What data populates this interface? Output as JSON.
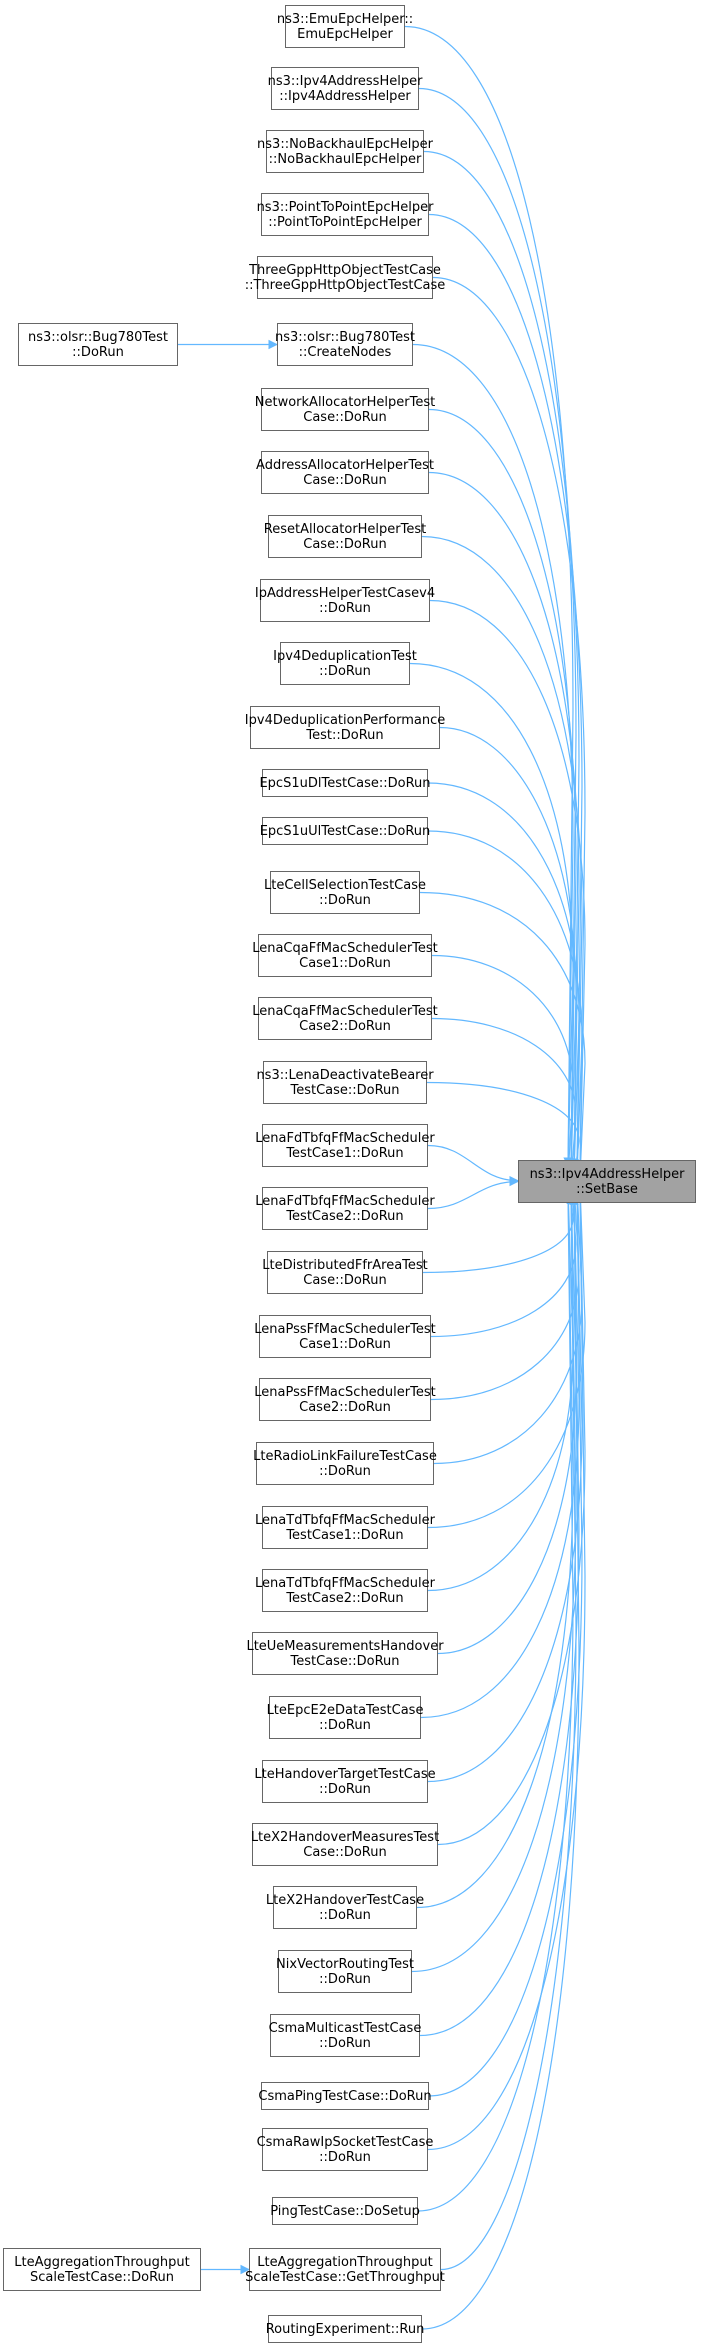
{
  "graph": {
    "target": {
      "id": "target",
      "label": "ns3::Ipv4AddressHelper\n::SetBase"
    },
    "callers": [
      {
        "id": "c0",
        "label": "ns3::EmuEpcHelper::\nEmuEpcHelper"
      },
      {
        "id": "c1",
        "label": "ns3::Ipv4AddressHelper\n::Ipv4AddressHelper"
      },
      {
        "id": "c2",
        "label": "ns3::NoBackhaulEpcHelper\n::NoBackhaulEpcHelper"
      },
      {
        "id": "c3",
        "label": "ns3::PointToPointEpcHelper\n::PointToPointEpcHelper"
      },
      {
        "id": "c4",
        "label": "ThreeGppHttpObjectTestCase\n::ThreeGppHttpObjectTestCase"
      },
      {
        "id": "c5",
        "label": "ns3::olsr::Bug780Test\n::CreateNodes"
      },
      {
        "id": "c6",
        "label": "NetworkAllocatorHelperTest\nCase::DoRun"
      },
      {
        "id": "c7",
        "label": "AddressAllocatorHelperTest\nCase::DoRun"
      },
      {
        "id": "c8",
        "label": "ResetAllocatorHelperTest\nCase::DoRun"
      },
      {
        "id": "c9",
        "label": "IpAddressHelperTestCasev4\n::DoRun"
      },
      {
        "id": "c10",
        "label": "Ipv4DeduplicationTest\n::DoRun"
      },
      {
        "id": "c11",
        "label": "Ipv4DeduplicationPerformance\nTest::DoRun"
      },
      {
        "id": "c12",
        "label": "EpcS1uDlTestCase::DoRun"
      },
      {
        "id": "c13",
        "label": "EpcS1uUlTestCase::DoRun"
      },
      {
        "id": "c14",
        "label": "LteCellSelectionTestCase\n::DoRun"
      },
      {
        "id": "c15",
        "label": "LenaCqaFfMacSchedulerTest\nCase1::DoRun"
      },
      {
        "id": "c16",
        "label": "LenaCqaFfMacSchedulerTest\nCase2::DoRun"
      },
      {
        "id": "c17",
        "label": "ns3::LenaDeactivateBearer\nTestCase::DoRun"
      },
      {
        "id": "c18",
        "label": "LenaFdTbfqFfMacScheduler\nTestCase1::DoRun"
      },
      {
        "id": "c19",
        "label": "LenaFdTbfqFfMacScheduler\nTestCase2::DoRun"
      },
      {
        "id": "c20",
        "label": "LteDistributedFfrAreaTest\nCase::DoRun"
      },
      {
        "id": "c21",
        "label": "LenaPssFfMacSchedulerTest\nCase1::DoRun"
      },
      {
        "id": "c22",
        "label": "LenaPssFfMacSchedulerTest\nCase2::DoRun"
      },
      {
        "id": "c23",
        "label": "LteRadioLinkFailureTestCase\n::DoRun"
      },
      {
        "id": "c24",
        "label": "LenaTdTbfqFfMacScheduler\nTestCase1::DoRun"
      },
      {
        "id": "c25",
        "label": "LenaTdTbfqFfMacScheduler\nTestCase2::DoRun"
      },
      {
        "id": "c26",
        "label": "LteUeMeasurementsHandover\nTestCase::DoRun"
      },
      {
        "id": "c27",
        "label": "LteEpcE2eDataTestCase\n::DoRun"
      },
      {
        "id": "c28",
        "label": "LteHandoverTargetTestCase\n::DoRun"
      },
      {
        "id": "c29",
        "label": "LteX2HandoverMeasuresTest\nCase::DoRun"
      },
      {
        "id": "c30",
        "label": "LteX2HandoverTestCase\n::DoRun"
      },
      {
        "id": "c31",
        "label": "NixVectorRoutingTest\n::DoRun"
      },
      {
        "id": "c32",
        "label": "CsmaMulticastTestCase\n::DoRun"
      },
      {
        "id": "c33",
        "label": "CsmaPingTestCase::DoRun"
      },
      {
        "id": "c34",
        "label": "CsmaRawIpSocketTestCase\n::DoRun"
      },
      {
        "id": "c35",
        "label": "PingTestCase::DoSetup"
      },
      {
        "id": "c36",
        "label": "LteAggregationThroughput\nScaleTestCase::GetThroughput"
      },
      {
        "id": "c37",
        "label": "RoutingExperiment::Run"
      }
    ],
    "outer_callers": [
      {
        "id": "o0",
        "label": "ns3::olsr::Bug780Test\n::DoRun",
        "calls": "c5"
      },
      {
        "id": "o1",
        "label": "LteAggregationThroughput\nScaleTestCase::DoRun",
        "calls": "c36"
      }
    ],
    "edge_color": "#63b8ff"
  }
}
